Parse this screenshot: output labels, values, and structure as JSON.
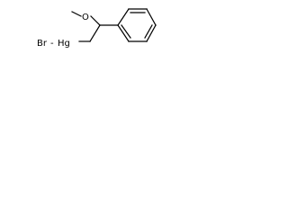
{
  "structure": {
    "atoms": {
      "br": "Br",
      "hg": "Hg",
      "o": "O"
    },
    "bond_labels": {
      "br_hg": "-"
    },
    "colors": {
      "ink": "#000000",
      "background": "#ffffff"
    }
  }
}
